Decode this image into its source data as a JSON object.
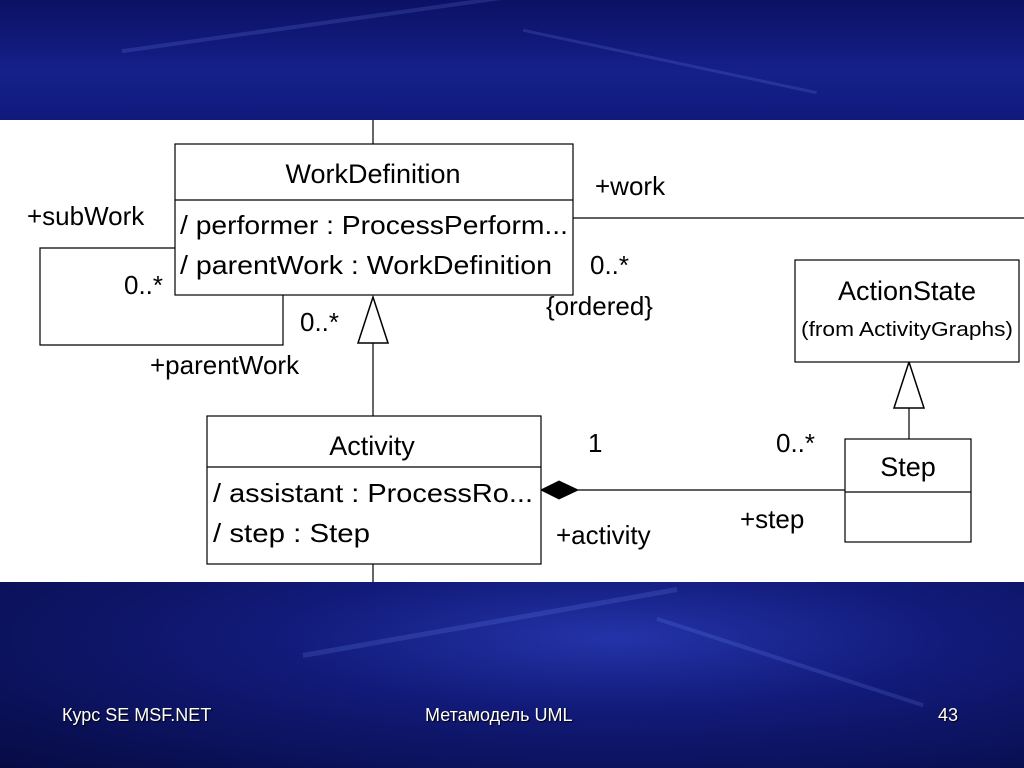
{
  "diagram": {
    "classes": {
      "work_definition": {
        "name": "WorkDefinition",
        "attributes": [
          "/ performer : ProcessPerform...",
          "/ parentWork : WorkDefinition"
        ]
      },
      "activity": {
        "name": "Activity",
        "attributes": [
          "/ assistant : ProcessRo...",
          "/ step : Step"
        ]
      },
      "action_state": {
        "name": "ActionState",
        "stereotype": "(from ActivityGraphs)"
      },
      "step": {
        "name": "Step"
      }
    },
    "labels": {
      "sub_work": "+subWork",
      "sub_work_mult": "0..*",
      "parent_work": "+parentWork",
      "parent_work_mult": "0..*",
      "work": "+work",
      "work_mult": "0..*",
      "ordered": "{ordered}",
      "activity_mult": "1",
      "activity_role": "+activity",
      "step_mult": "0..*",
      "step_role": "+step"
    }
  },
  "footer": {
    "course": "Курс SE MSF.NET",
    "title": "Метамодель UML",
    "page_number": "43"
  }
}
